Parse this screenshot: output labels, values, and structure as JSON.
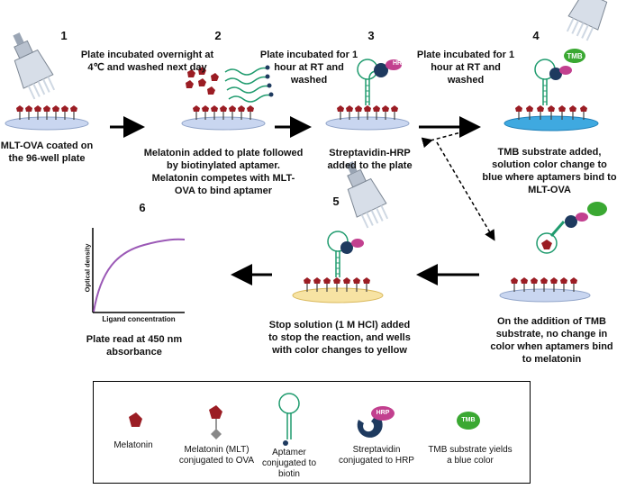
{
  "steps": {
    "s1": {
      "number": "1",
      "caption": "MLT-OVA coated on the 96-well plate"
    },
    "s2": {
      "number": "2",
      "caption": "Melatonin added to plate followed by biotinylated aptamer. Melatonin competes with MLT-OVA to bind aptamer"
    },
    "s3": {
      "number": "3",
      "caption": "Streptavidin-HRP added to the plate"
    },
    "s4": {
      "number": "4",
      "caption": "TMB substrate added, solution color change to blue where aptamers bind to MLT-OVA"
    },
    "s4b": {
      "caption": "On the addition of TMB substrate, no change in color when aptamers bind to melatonin"
    },
    "s5": {
      "number": "5",
      "caption": "Stop solution (1 M HCl) added to stop the reaction, and wells with color changes to yellow"
    },
    "s6": {
      "number": "6",
      "caption": "Plate read at 450 nm absorbance"
    }
  },
  "arrow_labels": {
    "a12": "Plate incubated overnight at 4℃ and washed next day",
    "a23": "Plate incubated for 1 hour at RT and washed",
    "a34": "Plate incubated for 1 hour at RT and washed"
  },
  "badges": {
    "hrp": "HRP",
    "tmb": "TMB"
  },
  "graph": {
    "ylabel": "Optical density",
    "xlabel": "Ligand concentration"
  },
  "legend": {
    "melatonin": "Melatonin",
    "mlt_ova": "Melatonin (MLT) conjugated to OVA",
    "aptamer": "Aptamer conjugated to biotin",
    "streptavidin": "Streptavidin conjugated to HRP",
    "tmb": "TMB substrate yields a blue color"
  },
  "colors": {
    "plate": "#c9d6f0",
    "plate_blue": "#3fa9e0",
    "plate_yellow": "#f7e3a3",
    "melatonin": "#9b1d24",
    "aptamer": "#1f9b6e",
    "streptavidin": "#1e3a5f",
    "hrp": "#c2408f",
    "tmb": "#3aa832",
    "curve": "#9b59b6"
  }
}
